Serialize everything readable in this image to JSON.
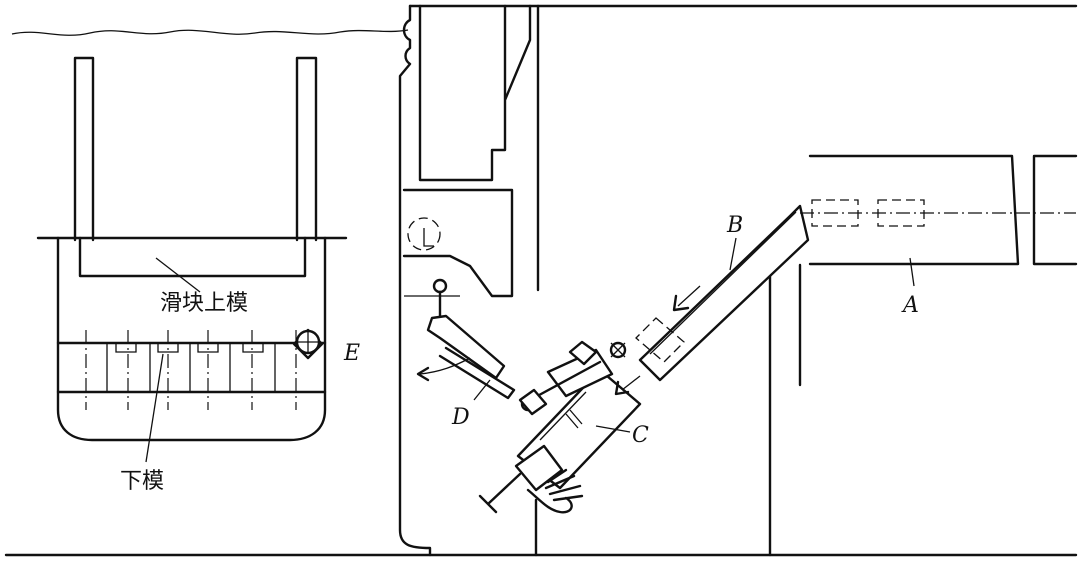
{
  "diagram": {
    "labels": {
      "A": "A",
      "B": "B",
      "C": "C",
      "D": "D",
      "E": "E",
      "upper_die": "滑块上模",
      "lower_die": "下模"
    }
  }
}
